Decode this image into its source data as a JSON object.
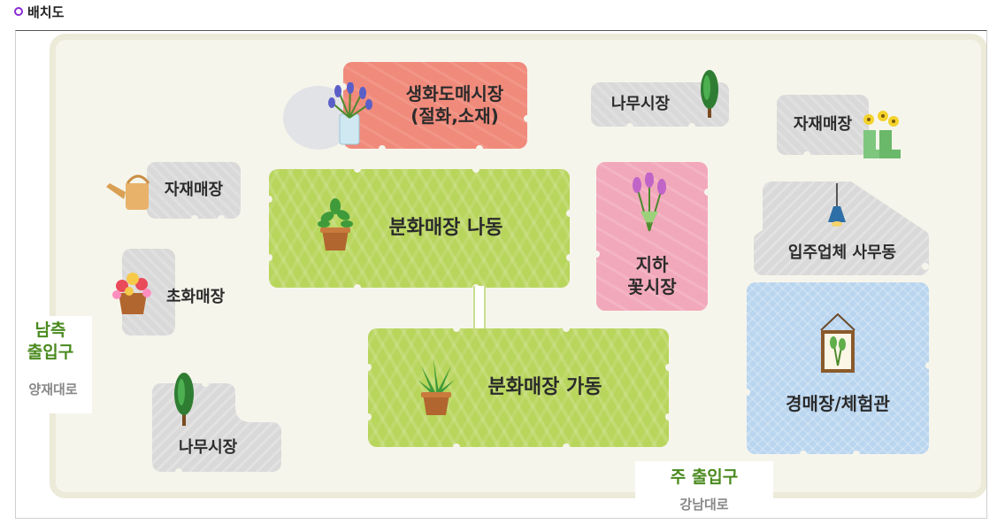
{
  "header": {
    "title": "배치도"
  },
  "map": {
    "blocks": {
      "flower_wholesale": {
        "line1": "생화도매시장",
        "line2": "(절화,소재)"
      },
      "tree_market_top": "나무시장",
      "material_top_right": "자재매장",
      "material_left": "자재매장",
      "pot_building_na": "분화매장 나동",
      "underground_line1": "지하",
      "underground_line2": "꽃시장",
      "tenant_office": "입주업체 사무동",
      "herb_store": "초화매장",
      "pot_building_ga": "분화매장 가동",
      "auction_hall": "경매장/체험관",
      "tree_market_bottom": "나무시장"
    },
    "gates": {
      "south_line1": "남측",
      "south_line2": "출입구",
      "south_road": "양재대로",
      "main": "주 출입구",
      "main_road": "강남대로"
    }
  },
  "colors": {
    "accent": "#8a2ad6",
    "gate_green": "#4a8a1e",
    "pot_building": "#b8d55c",
    "flower_wholesale": "#f08a7b",
    "underground": "#f2a8bb",
    "auction": "#b9d5ef",
    "gray_block": "#d9d9d9"
  }
}
